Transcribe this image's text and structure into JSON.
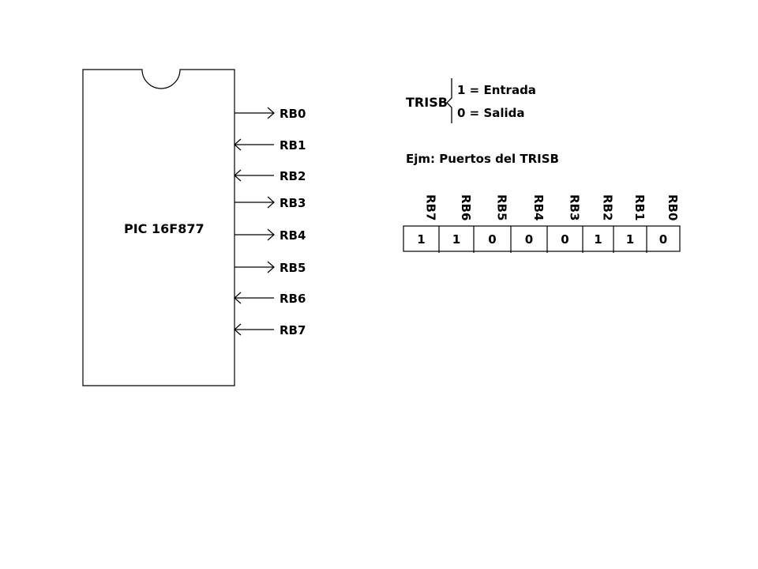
{
  "chip": {
    "label": "PIC 16F877"
  },
  "pins": [
    {
      "label": "RB0",
      "direction": "output"
    },
    {
      "label": "RB1",
      "direction": "input"
    },
    {
      "label": "RB2",
      "direction": "input"
    },
    {
      "label": "RB3",
      "direction": "output"
    },
    {
      "label": "RB4",
      "direction": "output"
    },
    {
      "label": "RB5",
      "direction": "output"
    },
    {
      "label": "RB6",
      "direction": "input"
    },
    {
      "label": "RB7",
      "direction": "input"
    }
  ],
  "trisb": {
    "label": "TRISB",
    "rule_input": "1 = Entrada",
    "rule_output": "0 = Salida"
  },
  "example": {
    "title": "Ejm: Puertos del TRISB",
    "headers": [
      "RB7",
      "RB6",
      "RB5",
      "RB4",
      "RB3",
      "RB2",
      "RB1",
      "RB0"
    ],
    "values": [
      "1",
      "1",
      "0",
      "0",
      "0",
      "1",
      "1",
      "0"
    ]
  }
}
